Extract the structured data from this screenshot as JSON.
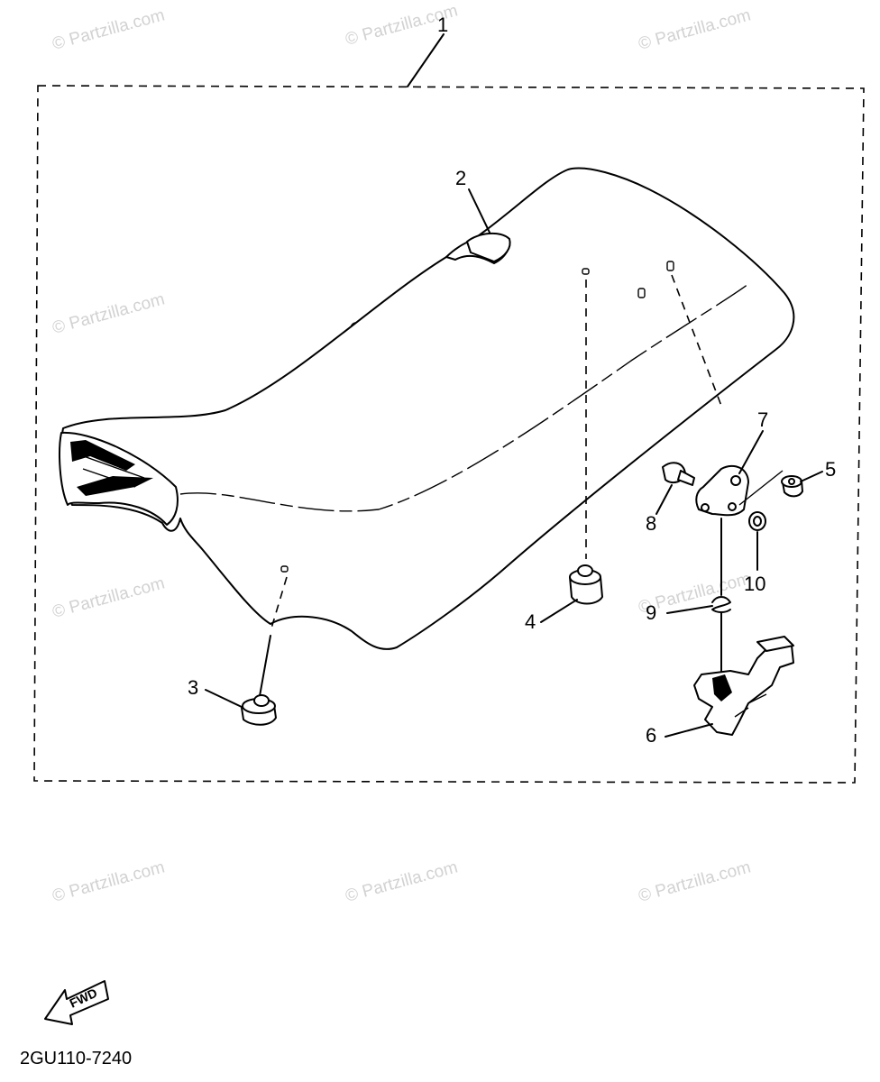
{
  "callouts": {
    "c1": "1",
    "c2": "2",
    "c3": "3",
    "c4": "4",
    "c5": "5",
    "c6": "6",
    "c7": "7",
    "c8": "8",
    "c9": "9",
    "c10": "10"
  },
  "watermark": "© Partzilla.com",
  "fwd_label": "FWD",
  "diagram_code": "2GU110-7240"
}
